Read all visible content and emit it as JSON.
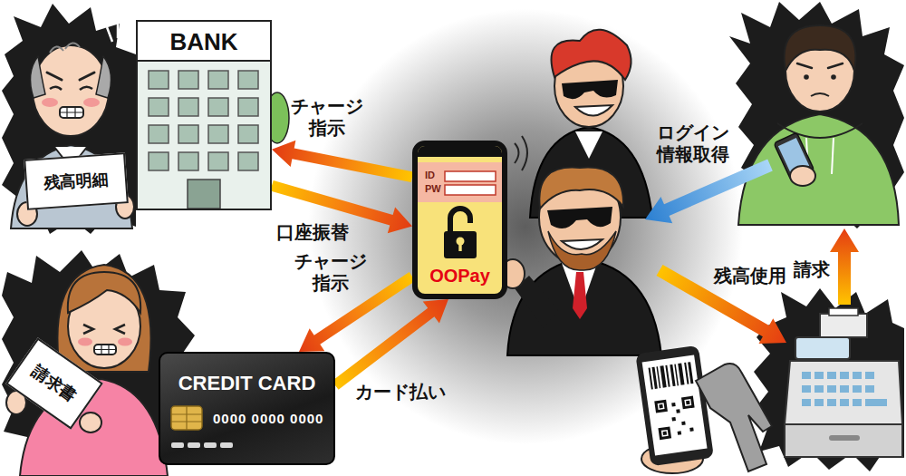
{
  "diagram": {
    "nodes": [
      {
        "text": [
          "残高明細"
        ]
      },
      {
        "text": [
          "BANK"
        ]
      },
      {
        "text": [
          "ID",
          "PW",
          "OOPay"
        ]
      },
      {
        "text": [
          "請求書"
        ]
      },
      {
        "text": [
          "CREDIT CARD",
          "0000 0000 0000"
        ]
      }
    ],
    "edges": [
      {
        "from": 2,
        "to": 1,
        "label": "チャージ指示",
        "arrow": "to"
      },
      {
        "from": 1,
        "to": 2,
        "label": "口座振替",
        "arrow": "to"
      },
      {
        "from": 2,
        "to": 4,
        "label": "チャージ指示",
        "arrow": "to"
      },
      {
        "from": 4,
        "to": 2,
        "label": "カード払い",
        "arrow": "to"
      }
    ],
    "labels": [
      "ログイン情報取得",
      "残高使用",
      "請求"
    ]
  }
}
